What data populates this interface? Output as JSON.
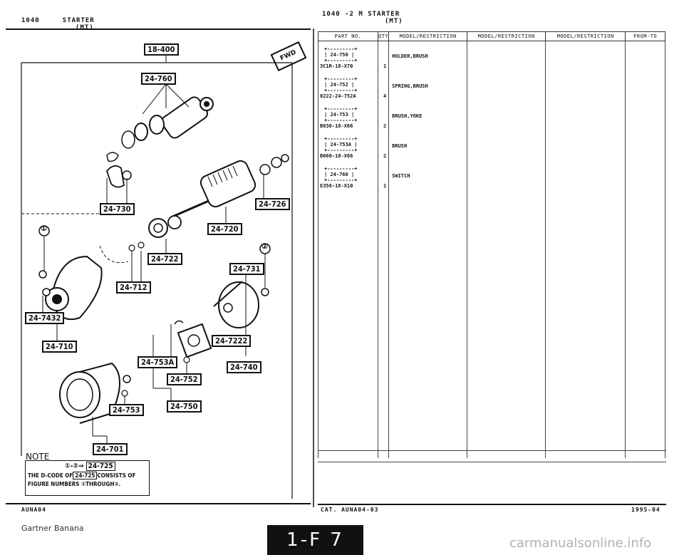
{
  "header": {
    "left_code": "1040",
    "left_title": "STARTER",
    "left_sub": "(MT)",
    "right_code": "1040",
    "right_model": "-2 M",
    "right_title": "STARTER",
    "right_sub": "(MT)"
  },
  "diagram": {
    "callouts": [
      "18-400",
      "24-760",
      "24-730",
      "24-726",
      "24-720",
      "24-722",
      "24-712",
      "24-7432",
      "24-710",
      "24-731",
      "24-753A",
      "24-7222",
      "24-752",
      "24-740",
      "24-750",
      "24-753",
      "24-701"
    ],
    "fwd_label": "FWD",
    "ref_1": "①",
    "ref_2": "②"
  },
  "note": {
    "title": "NOTE",
    "line1_prefix": "①-②⇒",
    "line1_code": "24-725",
    "line2_prefix": "THE D-CODE OF",
    "line2_code": "24-725",
    "line2_suffix": "CONSISTS OF",
    "line3": "FIGURE NUMBERS ①THROUGH②."
  },
  "table": {
    "headers": [
      "PART NO.",
      "QTY",
      "MODEL/RESTRICTION",
      "MODEL/RESTRICTION",
      "MODEL/RESTRICTION",
      "FROM-TO"
    ],
    "rows": [
      {
        "code": "24-750",
        "part_no": "3C1R-18-X70",
        "qty": "1",
        "desc": "HOLDER,BRUSH"
      },
      {
        "code": "24-752",
        "part_no": "0222-24-752A",
        "qty": "4",
        "desc": "SPRING,BRUSH"
      },
      {
        "code": "24-753",
        "part_no": "B630-18-X66",
        "qty": "2",
        "desc": "BRUSH,YOKE"
      },
      {
        "code": "24-753A",
        "part_no": "B660-18-X66",
        "qty": "2",
        "desc": "BRUSH"
      },
      {
        "code": "24-760",
        "part_no": "E356-18-X10",
        "qty": "1",
        "desc": "SWITCH"
      }
    ]
  },
  "footer": {
    "left_code": "AUNA04",
    "cat": "CAT. AUNA04-03",
    "date": "1995-04",
    "watermark_left": "Gartner Banana",
    "page_label": "1-F 7",
    "watermark_right": "carmanualsonline.info"
  }
}
